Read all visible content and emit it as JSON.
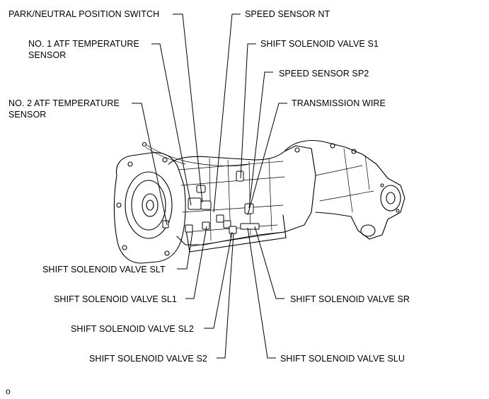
{
  "labels": {
    "park_neutral_switch": "PARK/NEUTRAL POSITION SWITCH",
    "no1_atf_sensor": "NO. 1 ATF TEMPERATURE\nSENSOR",
    "no2_atf_sensor": "NO. 2 ATF TEMPERATURE\nSENSOR",
    "speed_sensor_nt": "SPEED SENSOR NT",
    "shift_solenoid_s1": "SHIFT SOLENOID VALVE S1",
    "speed_sensor_sp2": "SPEED SENSOR SP2",
    "transmission_wire": "TRANSMISSION WIRE",
    "shift_solenoid_slt": "SHIFT SOLENOID VALVE SLT",
    "shift_solenoid_sl1": "SHIFT SOLENOID VALVE SL1",
    "shift_solenoid_sl2": "SHIFT SOLENOID VALVE SL2",
    "shift_solenoid_s2": "SHIFT SOLENOID VALVE S2",
    "shift_solenoid_sr": "SHIFT SOLENOID VALVE SR",
    "shift_solenoid_slu": "SHIFT SOLENOID VALVE SLU"
  },
  "corner_mark": "o",
  "colors": {
    "ink": "#000000",
    "background": "#ffffff"
  }
}
